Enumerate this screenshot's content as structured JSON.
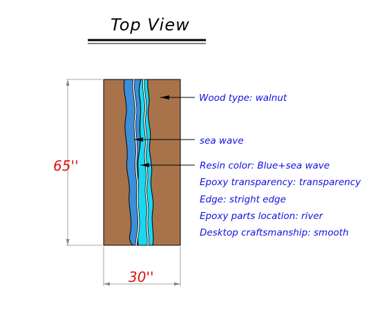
{
  "title": "Top View",
  "colors": {
    "wood": "#a8734a",
    "resin_dark": "#3a8fd8",
    "resin_light": "#18d8f0",
    "dimension_text": "#e01010",
    "note_text": "#1010e0"
  },
  "dimensions": {
    "length": "65''",
    "width": "30''"
  },
  "notes": {
    "wood_type": "Wood type:  walnut",
    "sea_wave": "sea wave",
    "resin_color": "Resin color: Blue+sea wave",
    "epoxy_transparency": "Epoxy transparency: transparency",
    "edge": "Edge: stright edge",
    "epoxy_parts_location": "Epoxy parts location: river",
    "desktop_craftsmanship": "Desktop craftsmanship: smooth"
  }
}
